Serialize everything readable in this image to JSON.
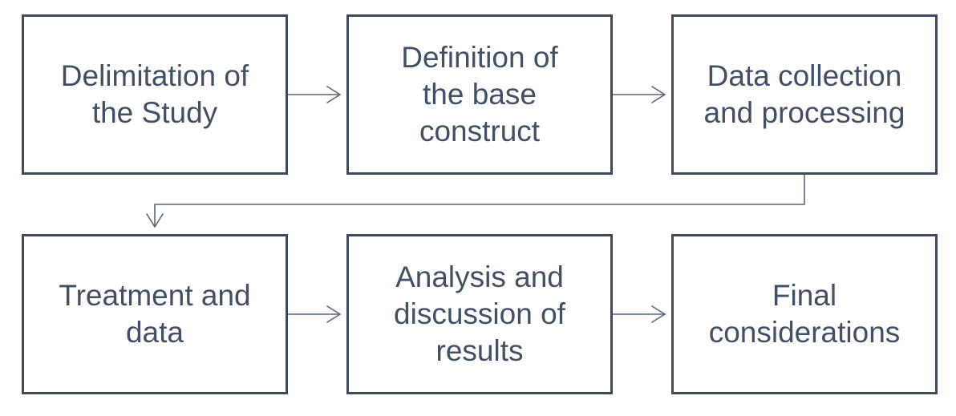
{
  "diagram": {
    "steps": [
      {
        "label": "Delimitation of\nthe Study"
      },
      {
        "label": "Definition of\nthe base\nconstruct"
      },
      {
        "label": "Data collection\nand processing"
      },
      {
        "label": "Treatment and\ndata"
      },
      {
        "label": "Analysis and\ndiscussion of\nresults"
      },
      {
        "label": "Final\nconsiderations"
      }
    ],
    "colors": {
      "border": "#3f4b5c",
      "text": "#425065",
      "connector": "#5a6578",
      "background": "#ffffff"
    }
  }
}
